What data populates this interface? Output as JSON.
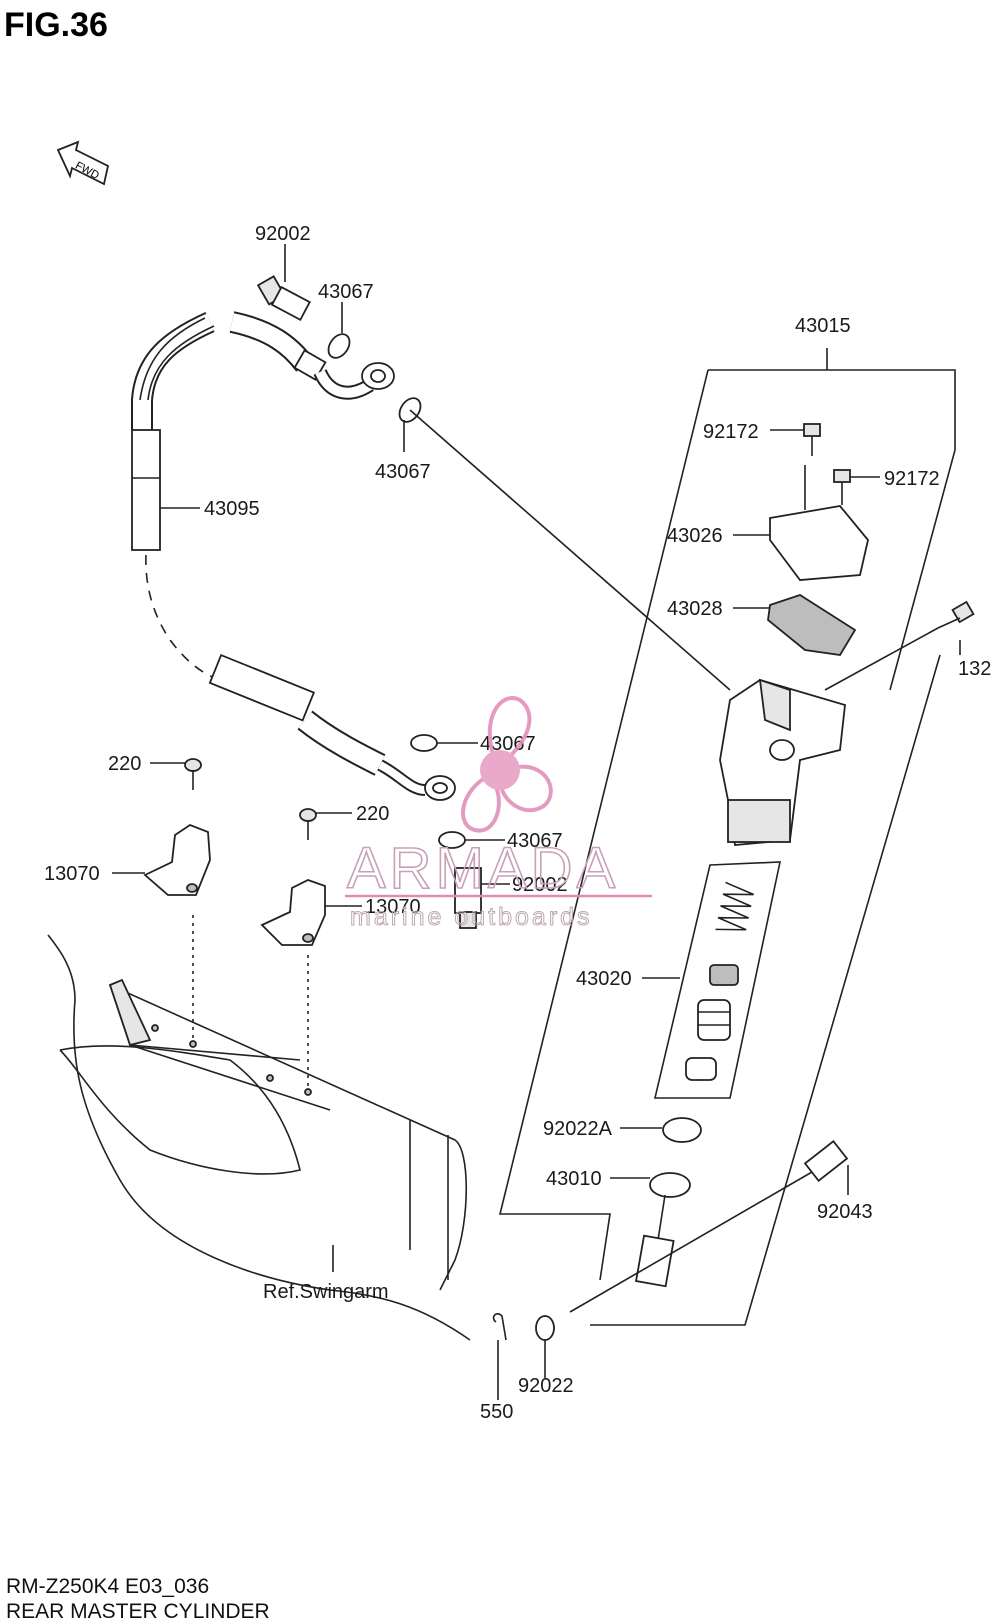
{
  "figure": {
    "title": "FIG.36"
  },
  "fwd_label": "FWD",
  "parts": {
    "p92002_top": "92002",
    "p43067_a": "43067",
    "p43067_b": "43067",
    "p43015": "43015",
    "p92172_a": "92172",
    "p92172_b": "92172",
    "p43095": "43095",
    "p43026": "43026",
    "p43028": "43028",
    "p132": "132",
    "p43067_c": "43067",
    "p220_a": "220",
    "p220_b": "220",
    "p43067_d": "43067",
    "p13070_a": "13070",
    "p92002_b": "92002",
    "p13070_b": "13070",
    "p43020": "43020",
    "p92022A": "92022A",
    "p43010": "43010",
    "p92043": "92043",
    "ref_swingarm": "Ref.Swingarm",
    "p92022": "92022",
    "p550": "550"
  },
  "watermark": {
    "brand": "ARMADA",
    "tagline": "marine outboards"
  },
  "footer": {
    "model": "RM-Z250K4 E03_036",
    "caption": "REAR MASTER CYLINDER"
  }
}
